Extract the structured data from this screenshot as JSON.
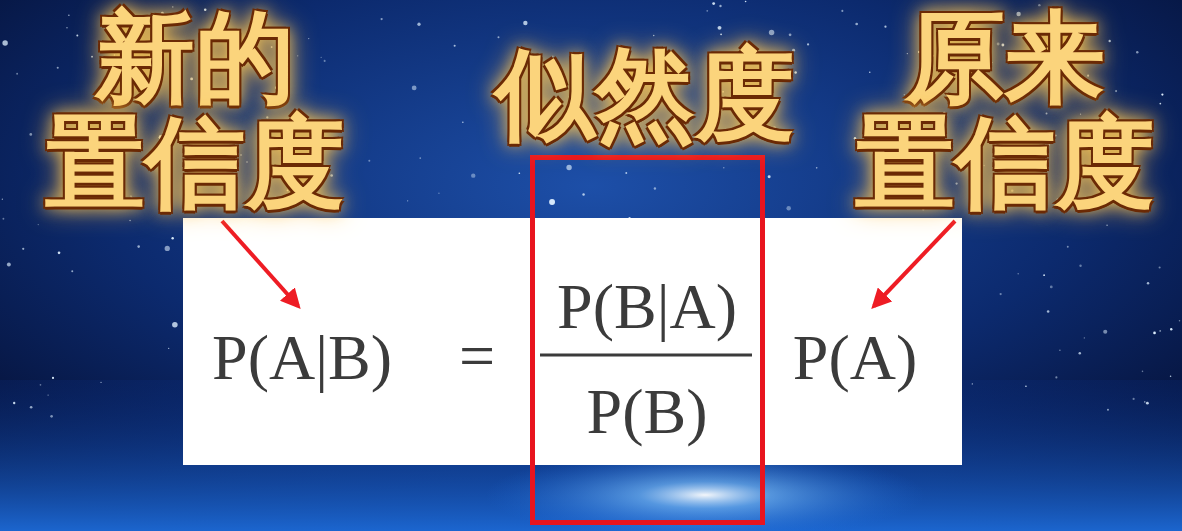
{
  "diagram": {
    "nodes": [
      {
        "text": [
          "P(A|B)",
          "=",
          "P(A)"
        ]
      },
      {
        "text": [
          "P(B|A)",
          "P(B)"
        ]
      }
    ],
    "labels": [
      "新的 置信度",
      "似然度",
      "原来 置信度"
    ]
  }
}
